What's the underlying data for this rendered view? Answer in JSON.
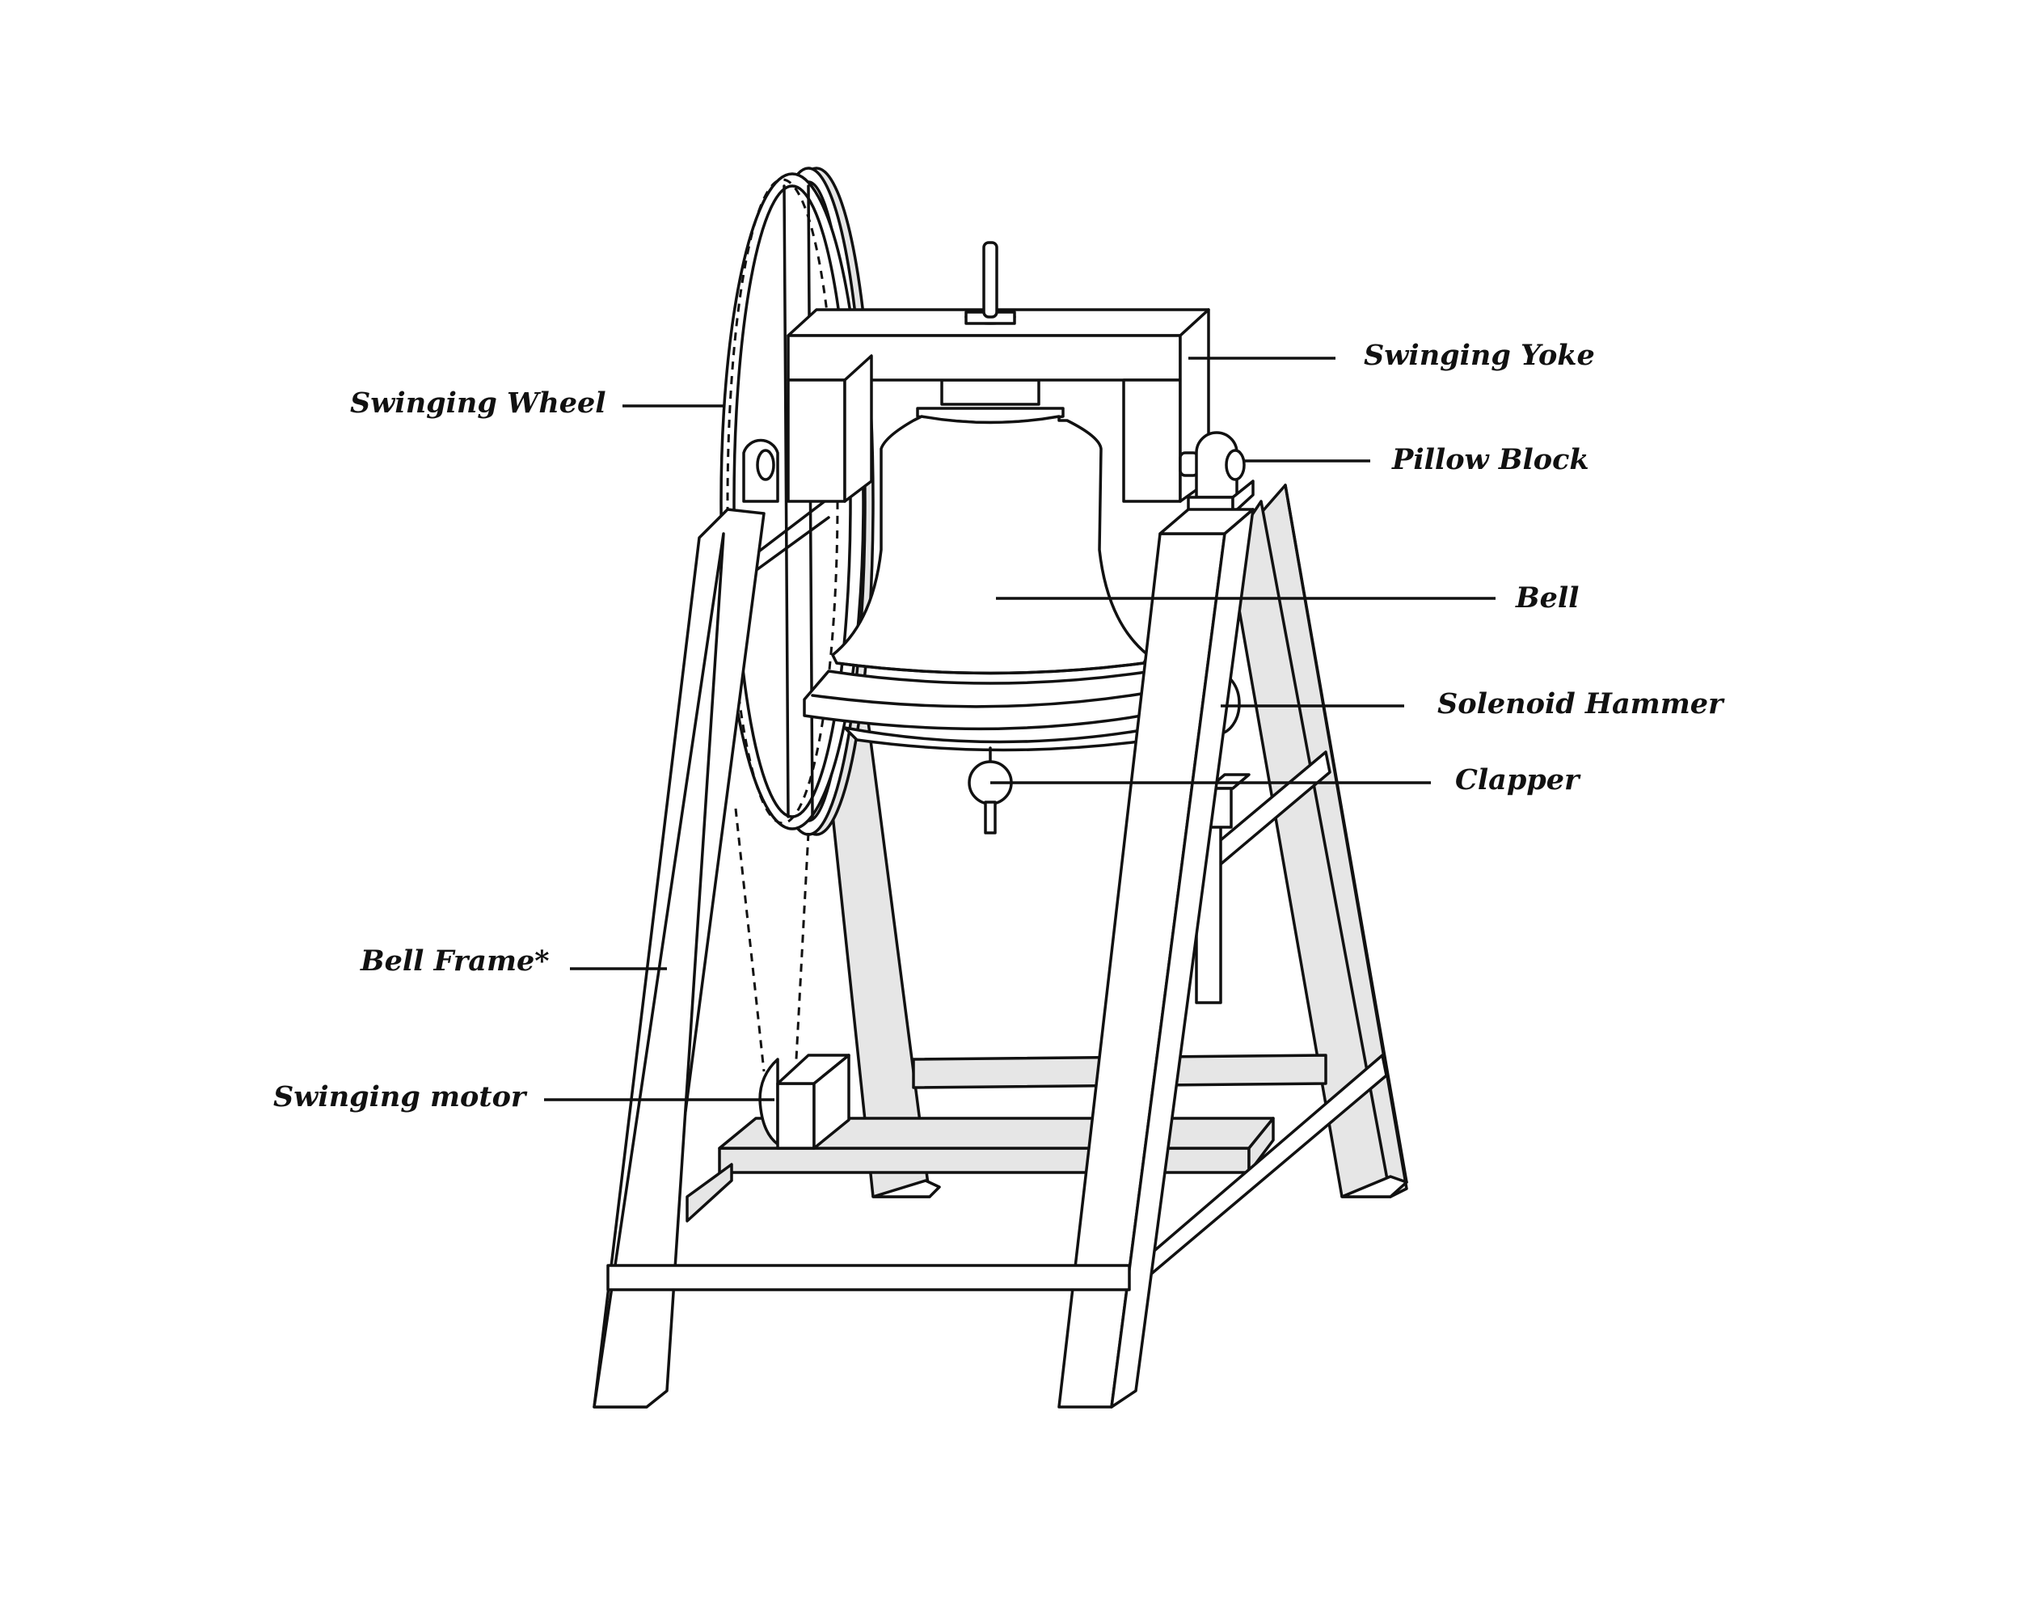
{
  "labels": {
    "swinging_wheel": "Swinging Wheel",
    "swinging_yoke": "Swinging Yoke",
    "pillow_block": "Pillow Block",
    "bell": "Bell",
    "solenoid_hammer": "Solenoid Hammer",
    "clapper": "Clapper",
    "bell_frame": "Bell Frame*",
    "swinging_motor": "Swinging motor"
  },
  "colors": {
    "line": "#111111",
    "fill": "#ffffff",
    "shade": "#e6e6e6"
  }
}
